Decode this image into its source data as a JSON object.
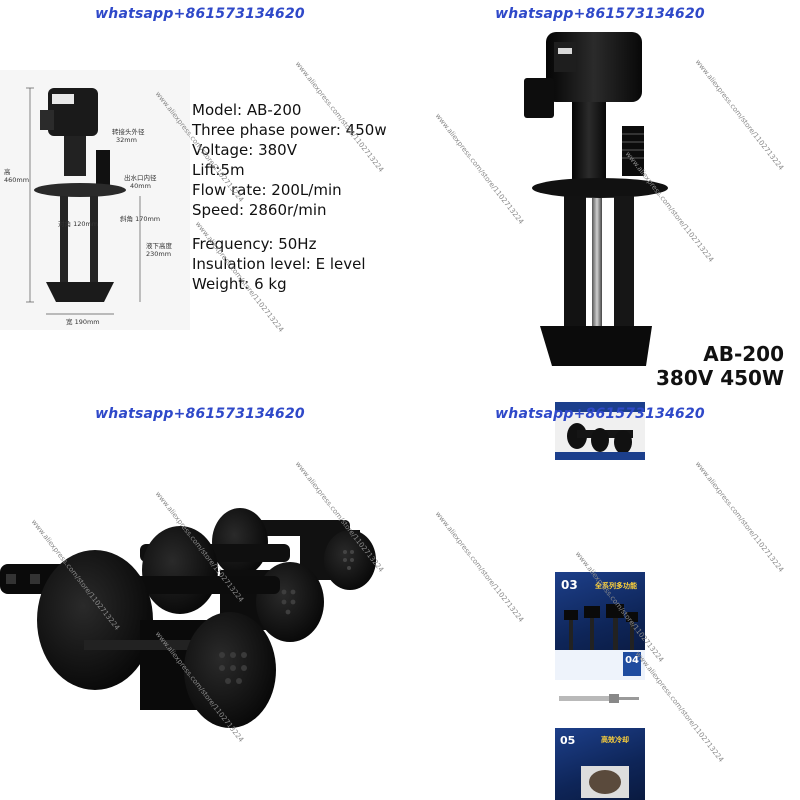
{
  "watermark_contact": "whatsapp+861573134620",
  "store_watermark": "www.aliexpress.com/store/1102713224",
  "q1": {
    "specs": [
      "Model: AB-200",
      "Three phase power: 450w",
      "Voltage: 380V",
      "Lift:5m",
      "Flow rate: 200L/min",
      "Speed: 2860r/min",
      "",
      "Frequency: 50Hz",
      "Insulation level: E level",
      "Weight: 6 kg"
    ],
    "dims": {
      "height_cn": "高",
      "height_val": "460mm",
      "shaft_cn": "转接头外径",
      "shaft_val": "32mm",
      "outlet_cn": "出水口内径",
      "outlet_val": "40mm",
      "hole1": "对角 120mm",
      "hole2": "斜角 170mm",
      "depth_cn": "液下高度",
      "depth_val": "230mm",
      "width": "宽 190mm"
    }
  },
  "q2": {
    "model": "AB-200",
    "rating": "380V 450W"
  },
  "q4": {
    "card1_num": "03",
    "card1_cn": "全系列多功能",
    "card2_num": "04",
    "card3_num": "05",
    "card3_cn": "高效冷却"
  },
  "colors": {
    "contact_blue": "#2f49c9",
    "pump_black": "#141414",
    "card_blue": "#14346f"
  }
}
